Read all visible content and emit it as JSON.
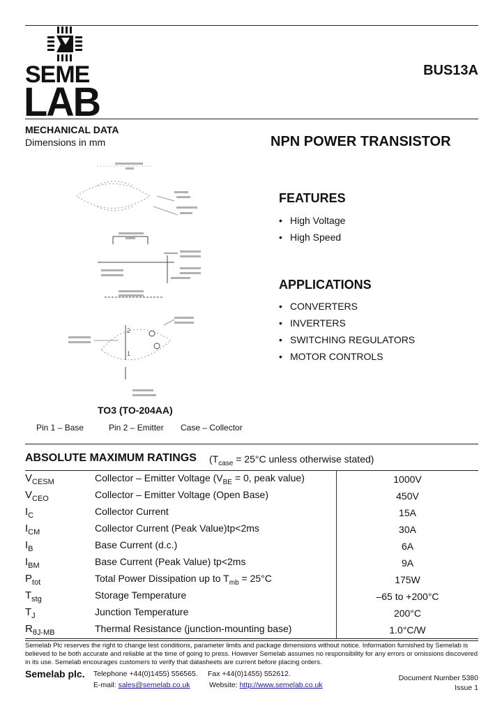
{
  "header": {
    "logo": {
      "line1": "SEME",
      "line2": "LAB"
    },
    "part_number": "BUS13A"
  },
  "mechanical": {
    "title": "MECHANICAL DATA",
    "subtitle": "Dimensions in mm",
    "package": "TO3 (TO-204AA)",
    "pins": [
      "Pin 1 – Base",
      "Pin 2 – Emitter",
      "Case – Collector"
    ]
  },
  "product_title": "NPN POWER TRANSISTOR",
  "features": {
    "title": "FEATURES",
    "items": [
      "High Voltage",
      "High Speed"
    ]
  },
  "applications": {
    "title": "APPLICATIONS",
    "items": [
      "CONVERTERS",
      "INVERTERS",
      "SWITCHING REGULATORS",
      "MOTOR CONTROLS"
    ]
  },
  "ratings": {
    "title": "ABSOLUTE MAXIMUM RATINGS",
    "condition": {
      "prefix": "(T",
      "sub": "case",
      "suffix": " = 25°C unless otherwise stated)"
    },
    "rows": [
      {
        "sym": "V",
        "sub": "CESM",
        "desc": "Collector – Emitter Voltage (V",
        "desc_sub": "BE",
        "desc_suffix": " = 0, peak value)",
        "value": "1000V"
      },
      {
        "sym": "V",
        "sub": "CEO",
        "desc": "Collector – Emitter Voltage (Open Base)",
        "desc_sub": "",
        "desc_suffix": "",
        "value": "450V"
      },
      {
        "sym": "I",
        "sub": "C",
        "desc": "Collector Current",
        "desc_sub": "",
        "desc_suffix": "",
        "value": "15A"
      },
      {
        "sym": "I",
        "sub": "CM",
        "desc": "Collector Current (Peak Value)tp<2ms",
        "desc_sub": "",
        "desc_suffix": "",
        "value": "30A"
      },
      {
        "sym": "I",
        "sub": "B",
        "desc": "Base Current (d.c.)",
        "desc_sub": "",
        "desc_suffix": "",
        "value": "6A"
      },
      {
        "sym": "I",
        "sub": "BM",
        "desc": "Base Current (Peak Value) tp<2ms",
        "desc_sub": "",
        "desc_suffix": "",
        "value": "9A"
      },
      {
        "sym": "P",
        "sub": "tot",
        "desc": "Total Power Dissipation up to T",
        "desc_sub": "mb",
        "desc_suffix": " = 25°C",
        "value": "175W"
      },
      {
        "sym": "T",
        "sub": "stg",
        "desc": "Storage Temperature",
        "desc_sub": "",
        "desc_suffix": "",
        "value": "–65 to +200°C"
      },
      {
        "sym": "T",
        "sub": "J",
        "desc": "Junction Temperature",
        "desc_sub": "",
        "desc_suffix": "",
        "value": "200°C"
      },
      {
        "sym": "R",
        "sub": "θJ-MB",
        "desc": "Thermal Resistance (junction-mounting base)",
        "desc_sub": "",
        "desc_suffix": "",
        "value": "1.0°C/W"
      }
    ]
  },
  "footer": {
    "disclaimer": "Semelab Plc reserves the right to change test conditions, parameter limits and package dimensions without notice. Information furnished by Semelab is believed to be both accurate and reliable at the time of going to press. However Semelab assumes no responsibility for any errors or omissions discovered in its use. Semelab encourages customers to verify that datasheets are current before placing orders.",
    "company": "Semelab plc.",
    "telephone": "Telephone +44(0)1455) 556565.",
    "fax": "Fax +44(0)1455) 552612.",
    "email_label": "E-mail:",
    "email": "sales@semelab.co.uk",
    "website_label": "Website:",
    "website": "http://www.semelab.co.uk",
    "doc_number": "Document Number 5380",
    "issue": "Issue 1"
  }
}
